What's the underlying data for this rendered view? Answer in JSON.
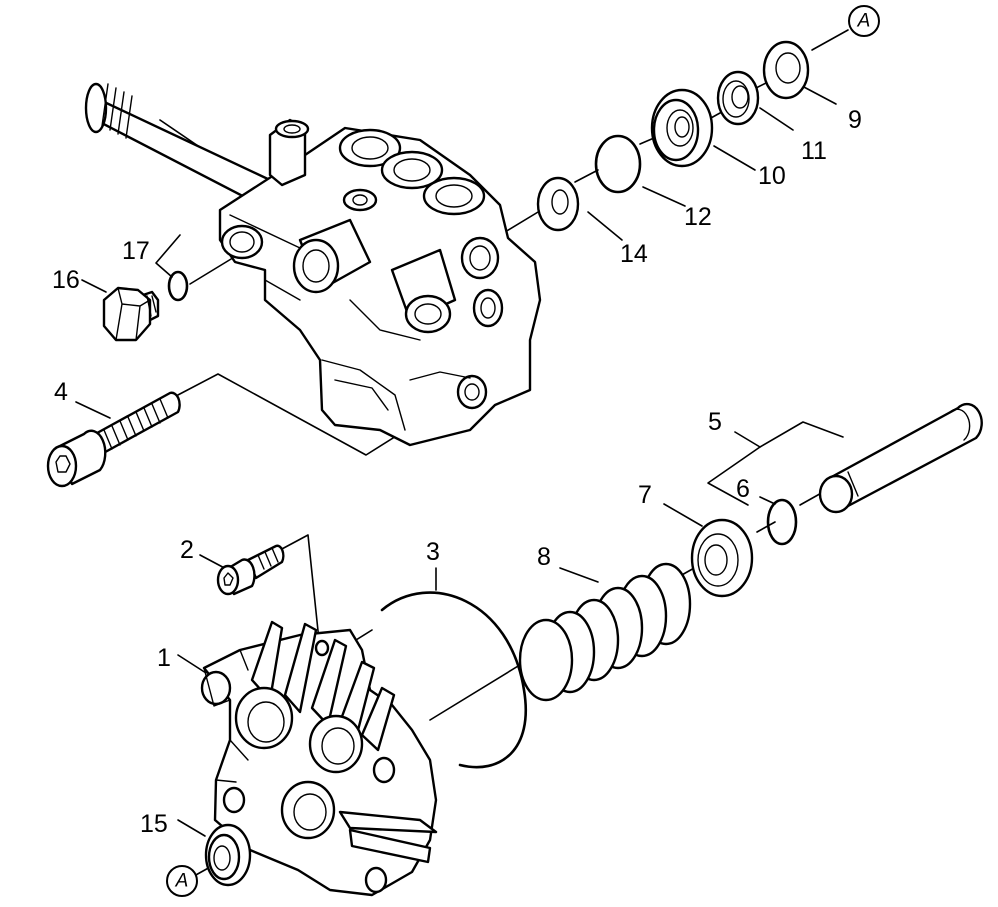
{
  "callouts": [
    "1",
    "2",
    "3",
    "4",
    "5",
    "6",
    "7",
    "8",
    "9",
    "10",
    "11",
    "12",
    "14",
    "15",
    "16",
    "17"
  ],
  "reference_marker": "A"
}
